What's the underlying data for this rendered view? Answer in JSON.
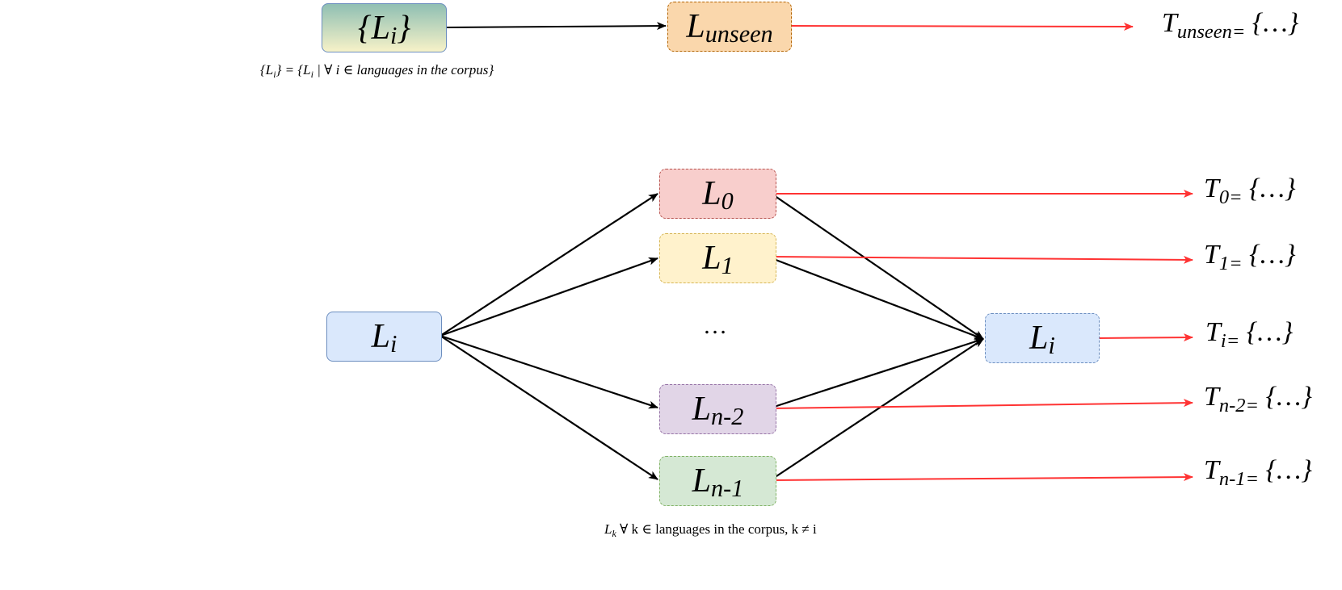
{
  "top": {
    "set_box": {
      "prefix": "{L",
      "sub": "i",
      "suffix": "}"
    },
    "set_caption": {
      "a": "{L",
      "a_sub": "i",
      "b": "} = {L",
      "b_sub": "i",
      "c": " | ∀ i ∈ languages in the corpus}"
    },
    "unseen_box": {
      "base": "L",
      "sub": "unseen"
    },
    "unseen_target": {
      "base": "T",
      "sub": "unseen=",
      "rest": " {…}"
    }
  },
  "bottom": {
    "source_box": {
      "base": "L",
      "sub": "i"
    },
    "mid_boxes": [
      {
        "base": "L",
        "sub": "0"
      },
      {
        "base": "L",
        "sub": "1"
      },
      {
        "base": "L",
        "sub": "n-2"
      },
      {
        "base": "L",
        "sub": "n-1"
      }
    ],
    "ellipsis": "…",
    "target_box": {
      "base": "L",
      "sub": "i"
    },
    "targets": [
      {
        "base": "T",
        "sub": "0=",
        "rest": " {…}"
      },
      {
        "base": "T",
        "sub": "1=",
        "rest": " {…}"
      },
      {
        "base": "T",
        "sub": "i=",
        "rest": " {…}"
      },
      {
        "base": "T",
        "sub": "n-2=",
        "rest": " {…}"
      },
      {
        "base": "T",
        "sub": "n-1=",
        "rest": " {…}"
      }
    ],
    "caption": {
      "a": "L",
      "a_sub": "k",
      "b": " ∀ k ∈ languages in the corpus, k ≠ i"
    }
  },
  "colors": {
    "black_arrow": "#000000",
    "red_arrow": "#ff3333",
    "set_box_top": "#8fbfb3",
    "set_box_bottom": "#f7f2c8",
    "unseen_fill": "#fad7ac",
    "unseen_border": "#b46504",
    "blue_fill": "#dae8fc",
    "blue_border": "#6c8ebf",
    "red_fill": "#f8cecc",
    "red_border": "#b85450",
    "yellow_fill": "#fff2cc",
    "yellow_border": "#d6b656",
    "purple_fill": "#e1d5e7",
    "purple_border": "#9673a6",
    "green_fill": "#d5e8d4",
    "green_border": "#82b366"
  }
}
